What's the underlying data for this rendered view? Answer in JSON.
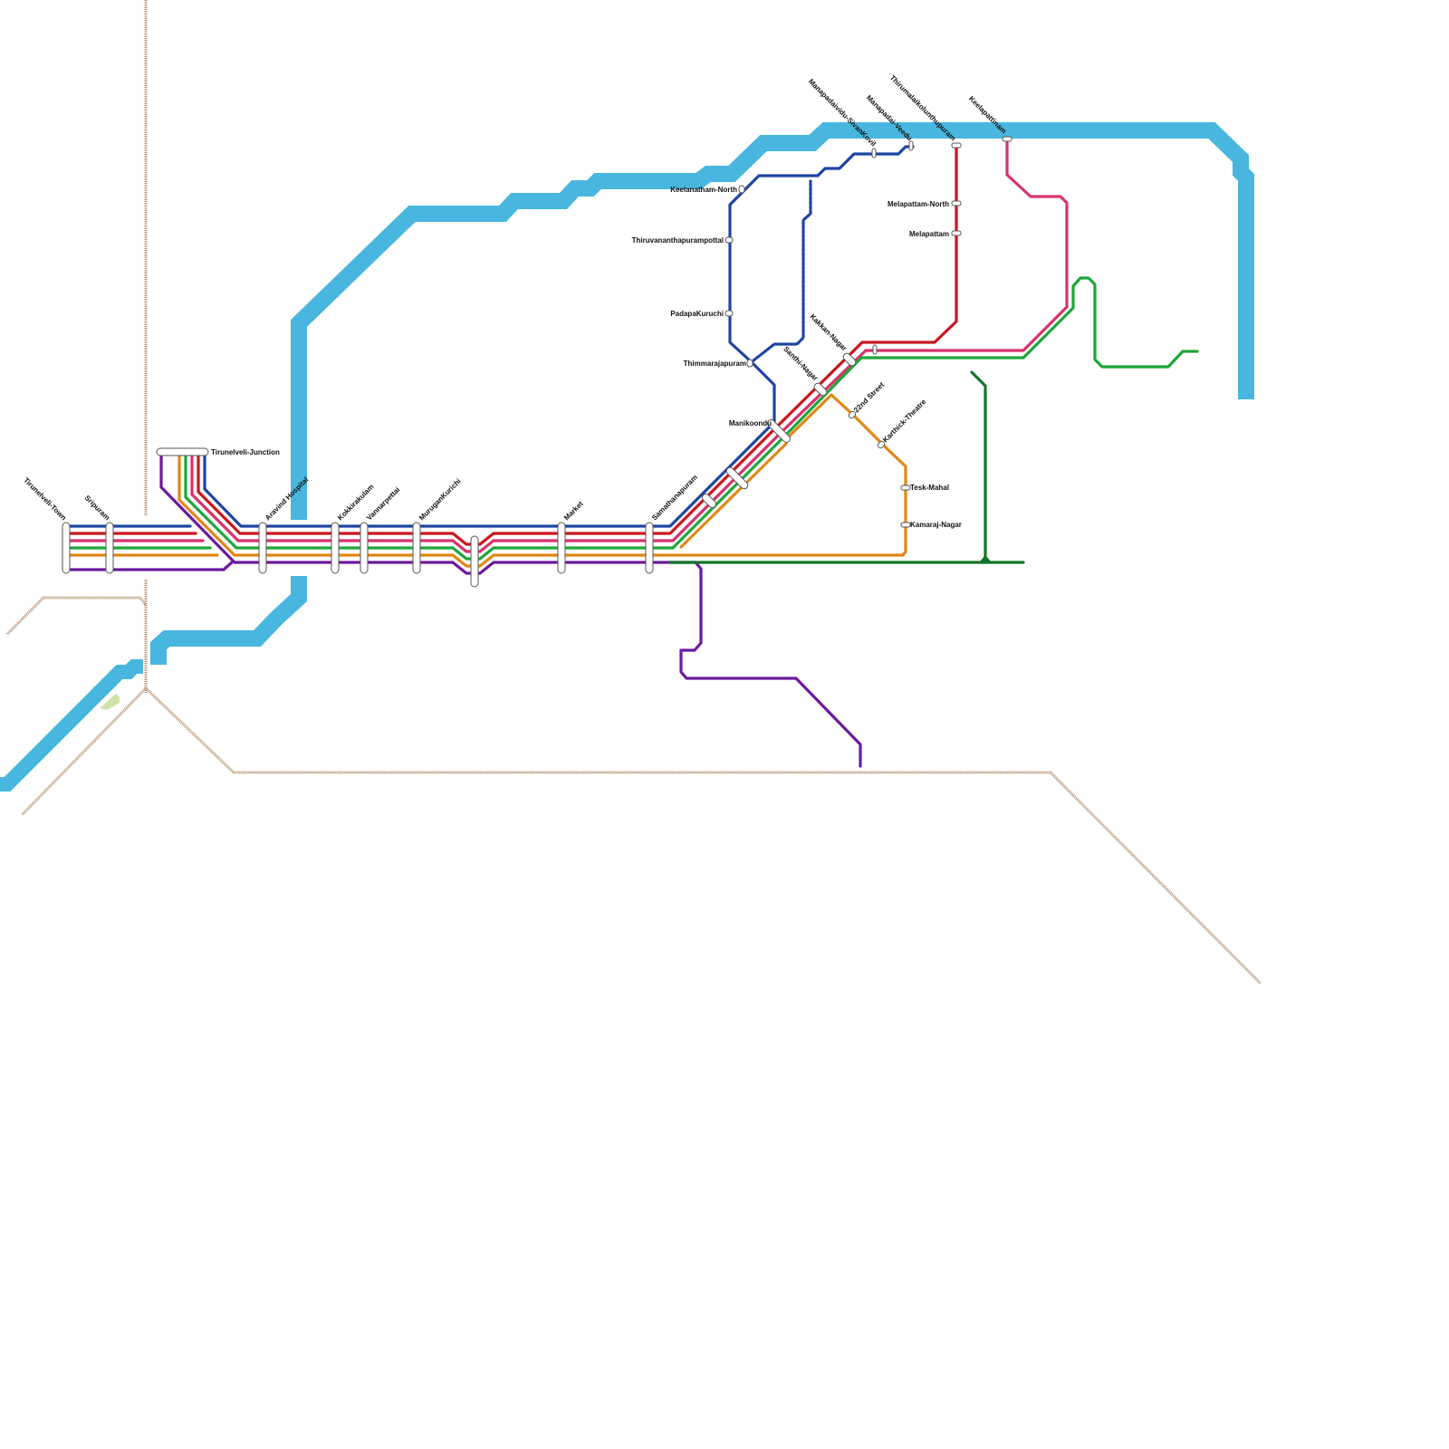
{
  "map": {
    "colors": {
      "water": "#48b6de",
      "rail": "#b08a64",
      "park": "#cfe3a8",
      "blue": "#1f44a3",
      "red": "#c9161e",
      "pink": "#d8326a",
      "green": "#1ea638",
      "orange": "#e08716",
      "purple": "#6b1a9c",
      "darkgreen": "#13752a"
    },
    "stations": {
      "tirunelveli_town": "Tirunelveli-Town",
      "sripuram": "Sripuram",
      "tirunelveli_junction": "Tirunelveli-Junction",
      "aravind_hospital": "Aravind Hospital",
      "kokkirakulam": "Kokkirakulam",
      "vannarpettai": "Vannarpettai",
      "muruganKurichi": "MuruganKurichi",
      "market": "Market",
      "samathanapuram": "Samathanapuram",
      "manikoondu": "Manikoondu",
      "thimmarajapuram": "Thimmarajapuram",
      "padapakuruchi": "PadapaKuruchi",
      "thiruvananthapurampottal": "Thiruvananthapurampottal",
      "keelanatham_north": "Keelanatham-North",
      "manapadaividu_sivankovil": "Manapadaividu-SivanKovil",
      "manapadai_veedu": "Manapadai-Veedu",
      "thirumalaikolunthupuram": "Thirumalaikolunthupuram",
      "keelapattinam": "Keelapattinam",
      "melapattam_north": "Melapattam-North",
      "melapattam": "Melapattam",
      "kakkan_nagar": "Kakkan-Nagar",
      "santhi_nagar": "Santhi-Nagar",
      "street_22nd": "22nd Street",
      "karthick_theatre": "Karthick-Theatre",
      "tesk_mahal": "Tesk-Mahal",
      "kamaraj_nagar": "Kamaraj-Nagar"
    }
  }
}
